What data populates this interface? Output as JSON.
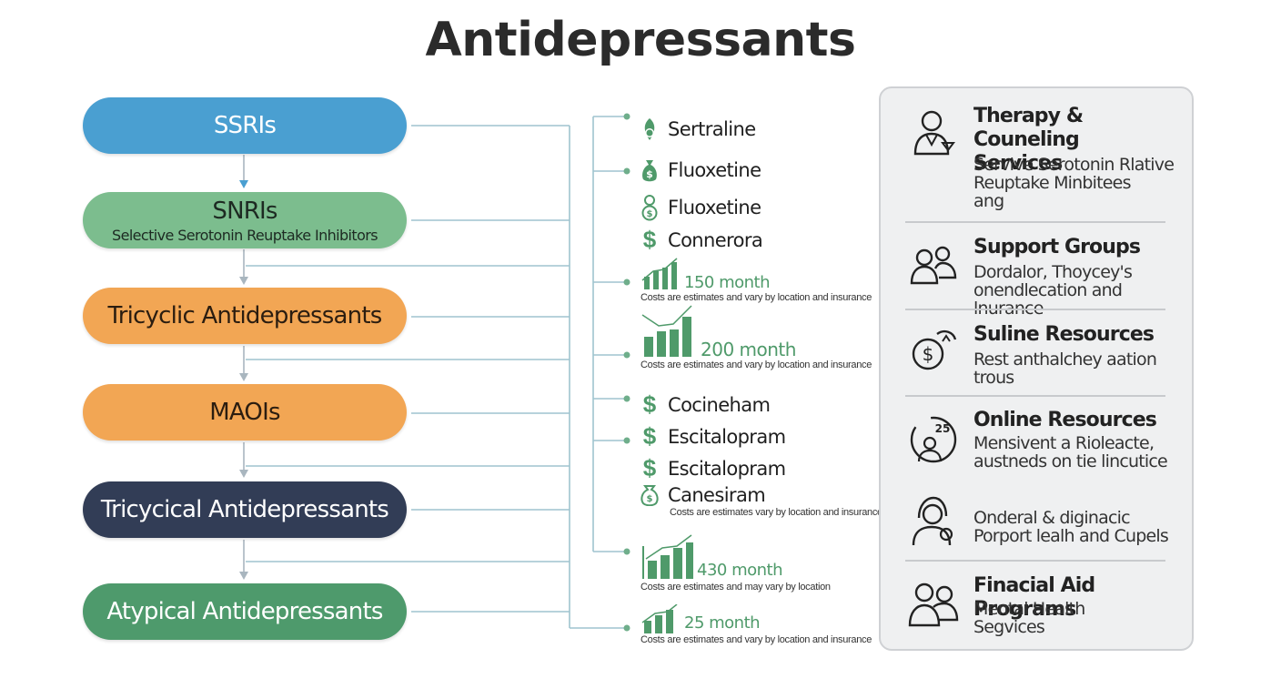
{
  "title": "Antidepressants",
  "colors": {
    "blue": "#4a9fd1",
    "green": "#7cbd8e",
    "orange": "#f2a654",
    "navy": "#323d56",
    "dark_green": "#4e9a6c",
    "accent_green": "#4f9a6a",
    "line": "#9fc4cf"
  },
  "classes": [
    {
      "label": "SSRIs",
      "sub": "",
      "color": "#4a9fd1",
      "text_color": "#ffffff"
    },
    {
      "label": "SNRIs",
      "sub": "Selective Serotonin Reuptake Inhibitors",
      "color": "#7cbd8e",
      "text_color": "#1d2a22"
    },
    {
      "label": "Tricyclic Antidepressants",
      "sub": "",
      "color": "#f2a654",
      "text_color": "#2b1d10"
    },
    {
      "label": "MAOIs",
      "sub": "",
      "color": "#f2a654",
      "text_color": "#2b1d10"
    },
    {
      "label": "Tricycical Antidepressants",
      "sub": "",
      "color": "#323d56",
      "text_color": "#ffffff"
    },
    {
      "label": "Atypical Antidepressants",
      "sub": "",
      "color": "#4e9a6c",
      "text_color": "#ffffff"
    }
  ],
  "medications": [
    {
      "name": "Sertraline",
      "icon": "leaf-pill-icon"
    },
    {
      "name": "Fluoxetine",
      "icon": "money-bag-icon"
    },
    {
      "name": "Fluoxetine",
      "icon": "person-dollar-icon"
    },
    {
      "name": "Connerora",
      "icon": "dollar-icon"
    },
    {
      "name": "Cocineham",
      "icon": "dollar-icon"
    },
    {
      "name": "Escitalopram",
      "icon": "dollar-icon"
    },
    {
      "name": "Escitalopram",
      "icon": "dollar-icon"
    },
    {
      "name": "Canesiram",
      "icon": "money-bag-icon"
    }
  ],
  "costs": [
    {
      "amount": "150 month",
      "note": "Costs are estimates and vary by location and insurance"
    },
    {
      "amount": "200 month",
      "note": "Costs are estimates and vary by location and insurance"
    },
    {
      "amount": "",
      "note": "Costs are estimates vary by location and insurance"
    },
    {
      "amount": "430 month",
      "note": "Costs are estimates and may vary by location"
    },
    {
      "amount": "25 month",
      "note": "Costs are estimates and vary by location and insurance"
    }
  ],
  "resources": [
    {
      "title": "Therapy & Couneling\nServices",
      "text": "Servive Serotonin Rlative\nReuptake Minbitees\nang",
      "icon": "therapist-icon"
    },
    {
      "title": "Support Groups",
      "text": "Dordalor, Thoycey's\nonendlecation and lnurance",
      "icon": "group-icon"
    },
    {
      "title": "Suline Resources",
      "text": "Rest anthalchey aation\ntrous",
      "icon": "dollar-cycle-icon"
    },
    {
      "title": "Online Resources",
      "text": "Mensivent a Rioleacte,\naustneds on tie lincutice",
      "icon": "online-person-icon"
    },
    {
      "title": "",
      "text": "Onderal & diginacic\nPorport lealh and Cupels",
      "icon": "counselor-icon"
    },
    {
      "title": "Finacial Aid Programs",
      "text": "Mental Health\nSegvices",
      "icon": "people-icon"
    }
  ]
}
